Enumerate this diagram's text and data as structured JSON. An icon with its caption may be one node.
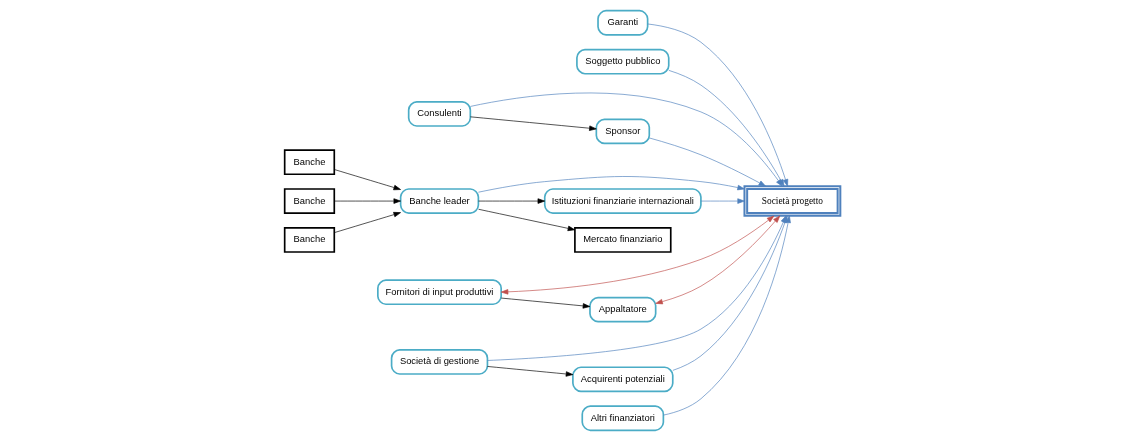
{
  "diagram": {
    "nodes": [
      {
        "text": [
          "Società progetto"
        ]
      },
      {
        "text": [
          "Garanti"
        ]
      },
      {
        "text": [
          "Soggetto pubblico"
        ]
      },
      {
        "text": [
          "Sponsor"
        ]
      },
      {
        "text": [
          "Istituzioni finanziarie internazionali"
        ]
      },
      {
        "text": [
          "Consulenti"
        ]
      },
      {
        "text": [
          "Appaltatore"
        ]
      },
      {
        "text": [
          "Banche"
        ]
      },
      {
        "text": [
          "Banche"
        ]
      },
      {
        "text": [
          "Banche"
        ]
      },
      {
        "text": [
          "Banche leader"
        ]
      },
      {
        "text": [
          "Fornitori di input produttivi"
        ]
      },
      {
        "text": [
          "Mercato finanziario"
        ]
      },
      {
        "text": [
          "Società di gestione"
        ]
      },
      {
        "text": [
          "Altri finanziatori"
        ]
      },
      {
        "text": [
          "Acquirenti potenziali"
        ]
      }
    ],
    "edges": [
      {
        "from": 1,
        "to": 0,
        "arrow": "to"
      },
      {
        "from": 2,
        "to": 0,
        "arrow": "to"
      },
      {
        "from": 3,
        "to": 0,
        "arrow": "to"
      },
      {
        "from": 5,
        "to": 3,
        "arrow": "to",
        "color": "#000000"
      },
      {
        "from": 4,
        "to": 0,
        "arrow": "to"
      },
      {
        "from": 5,
        "to": 0,
        "arrow": "to"
      },
      {
        "from": 6,
        "to": 0,
        "arrow": "both",
        "color": "#c0504d"
      },
      {
        "from": 11,
        "to": 6,
        "arrow": "to",
        "color": "#000000"
      },
      {
        "from": 7,
        "to": 10,
        "arrow": "to",
        "color": "#000000"
      },
      {
        "from": 8,
        "to": 10,
        "arrow": "to",
        "color": "#000000"
      },
      {
        "from": 9,
        "to": 10,
        "arrow": "to",
        "color": "#000000"
      },
      {
        "from": 10,
        "to": 4,
        "arrow": "to",
        "color": "#000000"
      },
      {
        "from": 10,
        "to": 0,
        "arrow": "to"
      },
      {
        "from": 10,
        "to": 12,
        "arrow": "to",
        "color": "#000000"
      },
      {
        "from": 11,
        "to": 0,
        "arrow": "both",
        "color": "#c0504d"
      },
      {
        "from": 13,
        "to": 0,
        "arrow": "to"
      },
      {
        "from": 13,
        "to": 15,
        "arrow": "to",
        "color": "#000000"
      },
      {
        "from": 14,
        "to": 0,
        "arrow": "to"
      },
      {
        "from": 15,
        "to": 0,
        "arrow": "to"
      }
    ]
  }
}
